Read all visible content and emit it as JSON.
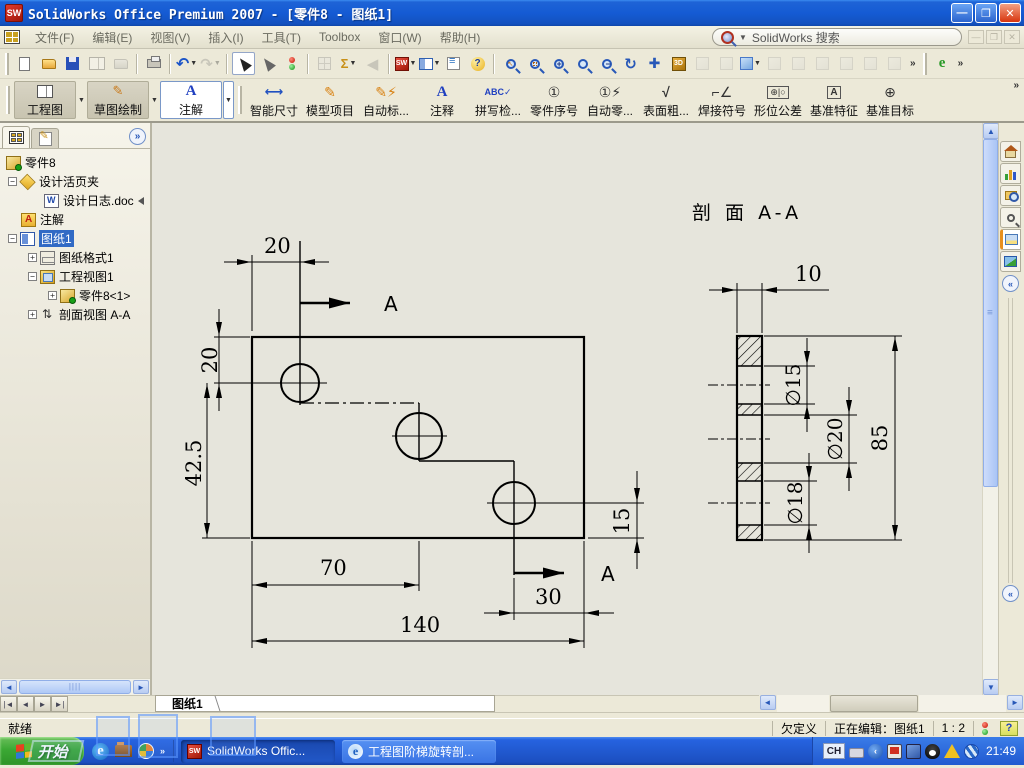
{
  "window": {
    "title": "SolidWorks Office Premium 2007 - [零件8 - 图纸1]",
    "search_label": "SolidWorks 搜索"
  },
  "menu": {
    "items": [
      "文件(F)",
      "编辑(E)",
      "视图(V)",
      "插入(I)",
      "工具(T)",
      "Toolbox",
      "窗口(W)",
      "帮助(H)"
    ]
  },
  "commandbar": {
    "groups": [
      {
        "label": "工程图"
      },
      {
        "label": "草图绘制"
      },
      {
        "label": "注解"
      }
    ],
    "tools": [
      {
        "label": "智能尺寸"
      },
      {
        "label": "模型项目"
      },
      {
        "label": "自动标..."
      },
      {
        "label": "注释"
      },
      {
        "label": "拼写检..."
      },
      {
        "label": "零件序号"
      },
      {
        "label": "自动零..."
      },
      {
        "label": "表面粗..."
      },
      {
        "label": "焊接符号"
      },
      {
        "label": "形位公差"
      },
      {
        "label": "基准特征"
      },
      {
        "label": "基准目标"
      }
    ]
  },
  "tree": {
    "items": [
      {
        "label": "零件8"
      },
      {
        "label": "设计活页夹"
      },
      {
        "label": "设计日志.doc"
      },
      {
        "label": "注解"
      },
      {
        "label": "图纸1"
      },
      {
        "label": "图纸格式1"
      },
      {
        "label": "工程视图1"
      },
      {
        "label": "零件8<1>"
      },
      {
        "label": "剖面视图 A-A"
      }
    ]
  },
  "drawing": {
    "front_view": {
      "dim_hole_offset_x": "20",
      "dim_hole_offset_y": "20",
      "dim_height_left": "42.5",
      "dim_hole2_x": "70",
      "dim_hole3_from_right": "30",
      "dim_width": "140",
      "dim_hole3_y": "15",
      "section_label": "A"
    },
    "section_view": {
      "title": "剖 面 A-A",
      "dim_thickness": "10",
      "dim_height": "85",
      "dim_hole1": "∅15",
      "dim_hole2": "∅20",
      "dim_hole3": "∅18"
    }
  },
  "sheetbar": {
    "tab": "图纸1"
  },
  "statusbar": {
    "ready": "就绪",
    "defined": "欠定义",
    "editing": "正在编辑：图纸1",
    "scale": "1 : 2",
    "help": "?"
  },
  "taskbar": {
    "start": "开始",
    "tasks": [
      {
        "label": "SolidWorks Offic..."
      },
      {
        "label": "工程图阶梯旋转剖..."
      }
    ],
    "tray": {
      "lang": "CH",
      "clock": "21:49"
    }
  }
}
